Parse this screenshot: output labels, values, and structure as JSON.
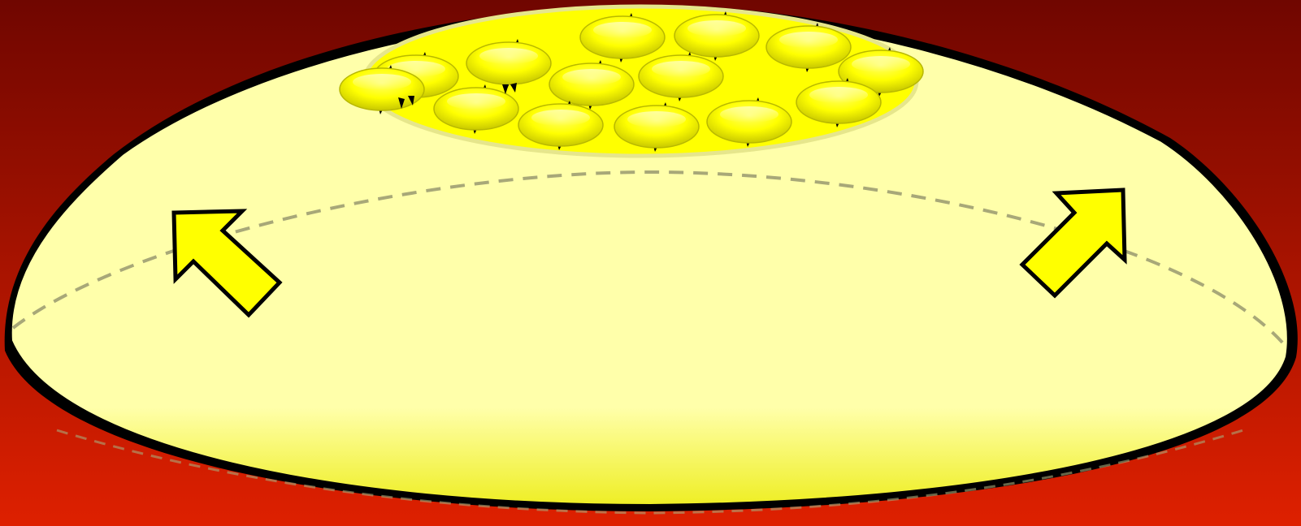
{
  "diagram": {
    "background_gradient": {
      "top": "#700600",
      "bottom": "#de2000"
    },
    "dome": {
      "fill": "#ffffaa",
      "outline": "#000000",
      "bottom_glow": "#eeee22"
    },
    "cell_cluster": {
      "fill": "#ffff00",
      "cell_count": 14
    },
    "guide_line": {
      "color": "#a8a878",
      "style": "dashed"
    },
    "arrows": [
      {
        "direction": "up-left",
        "fill": "#ffff00",
        "outline": "#000000"
      },
      {
        "direction": "up-right",
        "fill": "#ffff00",
        "outline": "#000000"
      }
    ]
  }
}
